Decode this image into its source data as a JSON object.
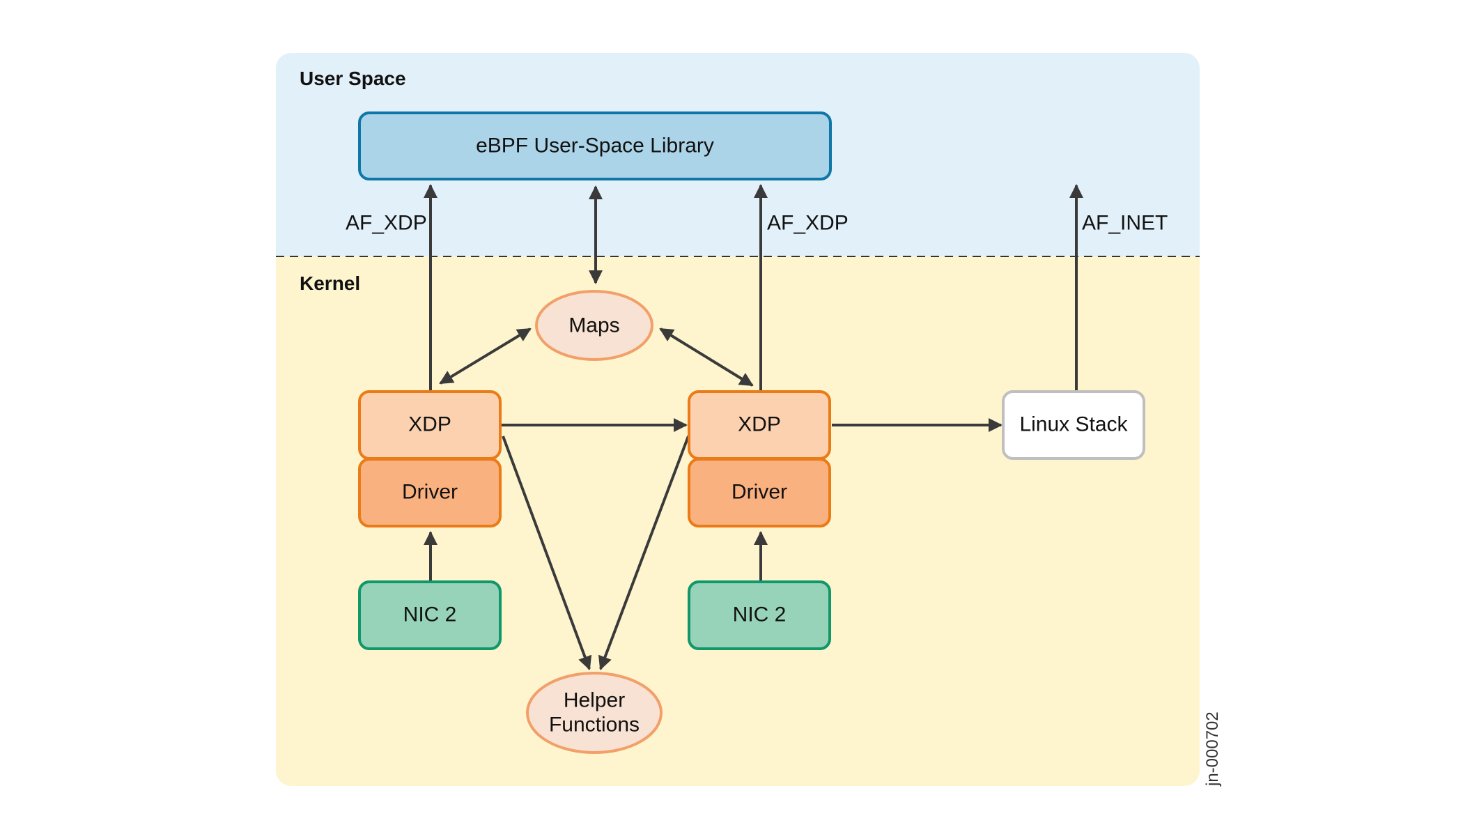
{
  "regions": {
    "user_space": {
      "label": "User Space"
    },
    "kernel": {
      "label": "Kernel"
    }
  },
  "nodes": {
    "ebpf_lib": {
      "label": "eBPF User-Space Library"
    },
    "maps": {
      "label": "Maps"
    },
    "xdp_left": {
      "label": "XDP"
    },
    "xdp_right": {
      "label": "XDP"
    },
    "driver_left": {
      "label": "Driver"
    },
    "driver_right": {
      "label": "Driver"
    },
    "nic_left": {
      "label": "NIC 2"
    },
    "nic_right": {
      "label": "NIC 2"
    },
    "linux_stack": {
      "label": "Linux Stack"
    },
    "helper": {
      "line1": "Helper",
      "line2": "Functions"
    }
  },
  "edge_labels": {
    "af_xdp_left": "AF_XDP",
    "af_xdp_right": "AF_XDP",
    "af_inet": "AF_INET"
  },
  "figure_id": "jn-000702",
  "colors": {
    "user_space_bg": "#e2f0f9",
    "kernel_bg": "#fef5cf",
    "ebpf_fill": "#acd4e9",
    "ebpf_stroke": "#0f77a8",
    "maps_fill": "#f8e2d3",
    "maps_stroke": "#f2a06a",
    "xdp_fill": "#fcd1b0",
    "driver_fill": "#f9b17f",
    "orange_stroke": "#ea7b17",
    "nic_fill": "#96d3b9",
    "nic_stroke": "#10976a",
    "linux_stroke": "#bfbfbf",
    "arrow": "#3a3a3a"
  }
}
